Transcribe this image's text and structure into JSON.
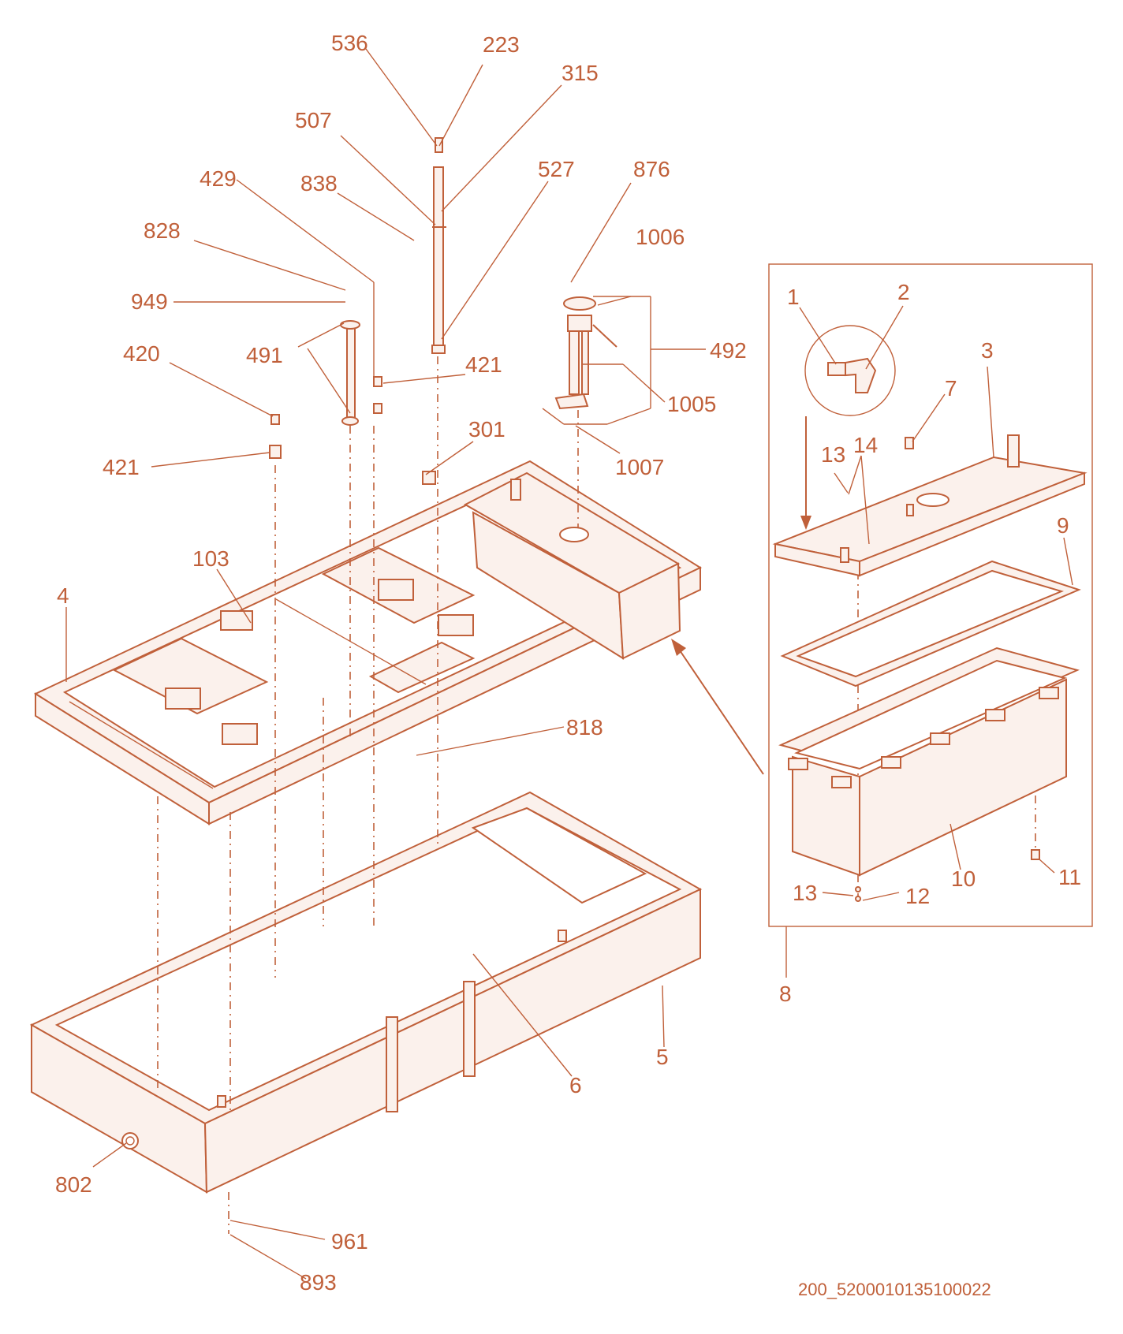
{
  "colors": {
    "line": "#c0603a",
    "background": "#ffffff"
  },
  "drawing_code": "200_5200010135100022",
  "labels": [
    "536",
    "223",
    "315",
    "507",
    "429",
    "838",
    "527",
    "876",
    "828",
    "1006",
    "949",
    "492",
    "491",
    "420",
    "421",
    "1005",
    "421",
    "301",
    "1007",
    "103",
    "4",
    "818",
    "802",
    "961",
    "893",
    "6",
    "5",
    "1",
    "2",
    "3",
    "7",
    "13",
    "14",
    "9",
    "10",
    "11",
    "13",
    "12",
    "8"
  ]
}
